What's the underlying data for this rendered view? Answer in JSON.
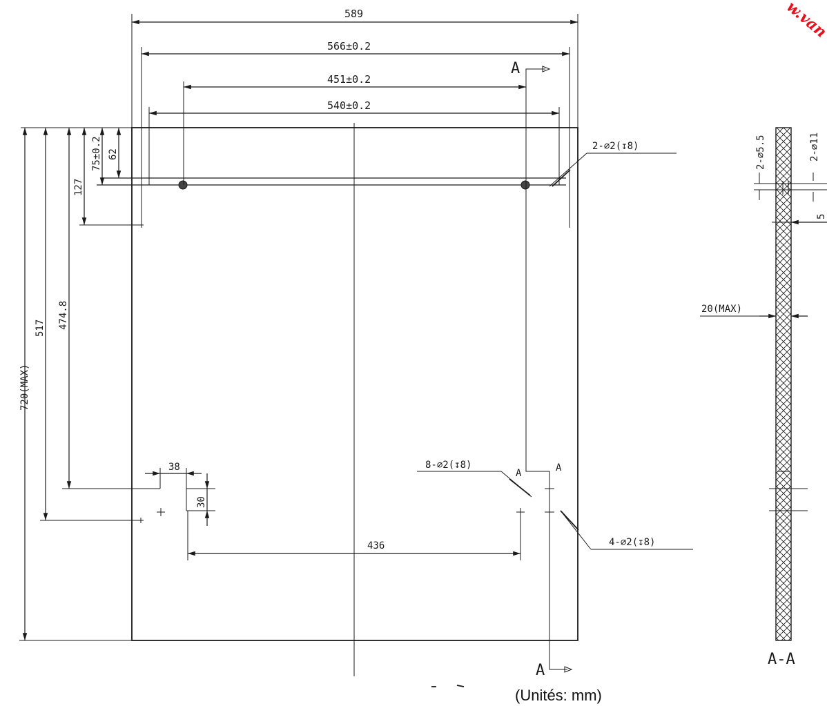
{
  "front_view": {
    "width_overall": "589",
    "width_566": "566±0.2",
    "width_451": "451±0.2",
    "width_540": "540±0.2",
    "height_max": "720(MAX)",
    "height_517": "517",
    "height_474": "474.8",
    "height_127": "127",
    "height_75": "75±0.2",
    "height_62": "62",
    "dim_38": "38",
    "dim_30": "30",
    "dim_436": "436",
    "callout_top": "2-∅2(↧8)",
    "callout_holes_8": "8-∅2(↧8)",
    "callout_holes_4": "4-∅2(↧8)",
    "section_mark": "A",
    "section_mark_small": "A"
  },
  "side_view": {
    "dim_hole_55": "2-∅5.5",
    "dim_hole_11": "2-∅11",
    "dim_5": "5",
    "thickness": "20(MAX)",
    "section_label": "A-A"
  },
  "units_note": "(Unités: mm)",
  "watermark": "w.van"
}
